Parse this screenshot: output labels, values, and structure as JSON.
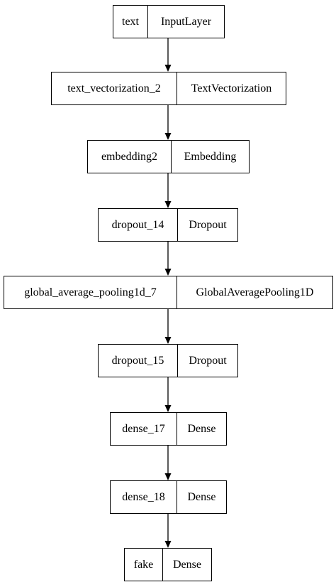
{
  "nodes": [
    {
      "name": "text",
      "type": "InputLayer"
    },
    {
      "name": "text_vectorization_2",
      "type": "TextVectorization"
    },
    {
      "name": "embedding2",
      "type": "Embedding"
    },
    {
      "name": "dropout_14",
      "type": "Dropout"
    },
    {
      "name": "global_average_pooling1d_7",
      "type": "GlobalAveragePooling1D"
    },
    {
      "name": "dropout_15",
      "type": "Dropout"
    },
    {
      "name": "dense_17",
      "type": "Dense"
    },
    {
      "name": "dense_18",
      "type": "Dense"
    },
    {
      "name": "fake",
      "type": "Dense"
    }
  ]
}
